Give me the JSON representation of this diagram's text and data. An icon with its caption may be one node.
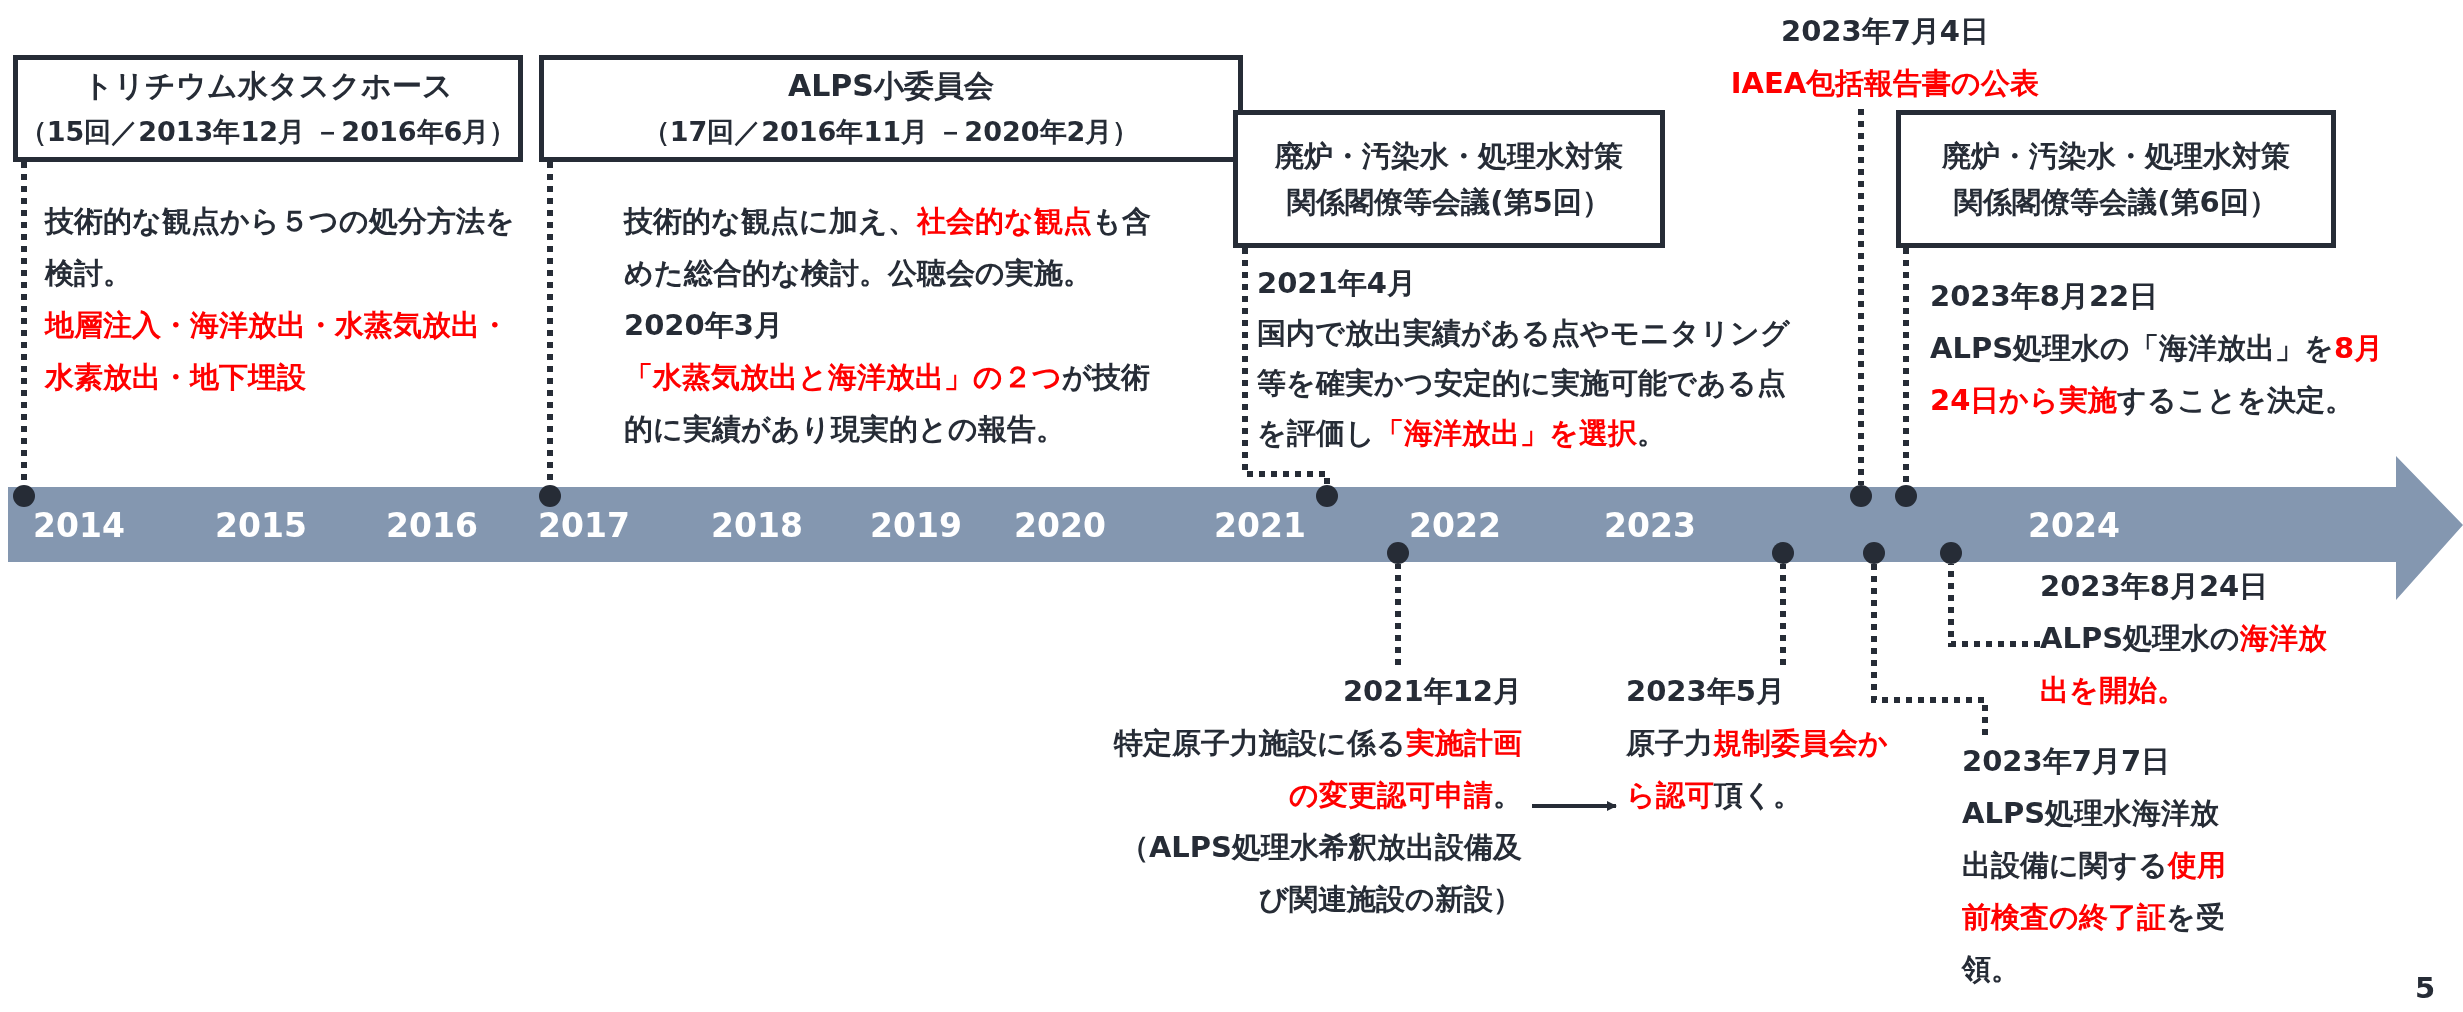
{
  "diagram": {
    "nodes": [
      {
        "text": [
          "トリチウム水タスクホース",
          "（15回／2013年12月 －2016年6月）"
        ],
        "beside": [
          "技術的な観点から５つの処分方法を検討。",
          "地層注入・海洋放出・水蒸気放出・水素放出・地下埋設"
        ]
      },
      {
        "text": [
          "ALPS小委員会",
          "（17回／2016年11月 －2020年2月）"
        ],
        "beside": [
          "技術的な観点に加え、**社会的な観点**も含めた総合的な検討。公聴会の実施。",
          "2020年3月",
          "**「水蒸気放出と海洋放出」の２つ**が技術的に実績があり現実的との報告。"
        ]
      },
      {
        "text": [
          "廃炉・汚染水・処理水対策関係閣僚等会議(第5回）"
        ],
        "beside": [
          "2021年4月",
          "国内で放出実績がある点やモニタリング等を確実かつ安定的に実施可能である点を評価し**「海洋放出」を選択**。"
        ]
      },
      {
        "text": [
          "2023年7月4日",
          "IAEA包括報告書の公表"
        ]
      },
      {
        "text": [
          "廃炉・汚染水・処理水対策関係閣僚等会議(第6回）"
        ],
        "beside": [
          "2023年8月22日",
          "ALPS処理水の「海洋放出」を**8月24日から実施**することを決定。"
        ]
      },
      {
        "text": [
          "2014",
          "2015",
          "2016",
          "2017",
          "2018",
          "2019",
          "2020",
          "2021",
          "2022",
          "2023",
          "2024"
        ]
      },
      {
        "text": [],
        "shape": "circle",
        "in": 5
      },
      {
        "text": [],
        "shape": "circle",
        "in": 5
      },
      {
        "text": [],
        "shape": "circle",
        "in": 5
      },
      {
        "text": [],
        "shape": "circle",
        "in": 5
      },
      {
        "text": [],
        "shape": "circle",
        "in": 5
      },
      {
        "text": [],
        "shape": "circle",
        "in": 5
      },
      {
        "text": [],
        "shape": "circle",
        "in": 5
      },
      {
        "text": [],
        "shape": "circle",
        "in": 5
      },
      {
        "text": [],
        "shape": "circle",
        "in": 5
      },
      {
        "text": [
          "2021年12月",
          "特定原子力施設に係る**実施計画の変更認可申請**。",
          "（ALPS処理水希釈放出設備及び関連施設の新設）"
        ]
      },
      {
        "text": [
          "2023年5月",
          "原子力**規制委員会から認可**頂く。"
        ]
      },
      {
        "text": [
          "2023年8月24日",
          "ALPS処理水の**海洋放出を開始。**"
        ]
      },
      {
        "text": [
          "2023年7月7日",
          "ALPS処理水海洋放出設備に関する**使用前検査の終了証**を受領。"
        ]
      }
    ],
    "edges": [
      {
        "from": 0,
        "to": 6,
        "arrow": "none",
        "style": "dashed"
      },
      {
        "from": 1,
        "to": 7,
        "arrow": "none",
        "style": "dashed"
      },
      {
        "from": 2,
        "to": 8,
        "arrow": "none",
        "style": "dashed"
      },
      {
        "from": 3,
        "to": 11,
        "arrow": "none",
        "style": "dashed"
      },
      {
        "from": 4,
        "to": 13,
        "arrow": "none",
        "style": "dashed"
      },
      {
        "from": 15,
        "to": 9,
        "arrow": "none",
        "style": "dashed"
      },
      {
        "from": 16,
        "to": 10,
        "arrow": "none",
        "style": "dashed"
      },
      {
        "from": 17,
        "to": 14,
        "arrow": "none",
        "style": "dashed"
      },
      {
        "from": 18,
        "to": 12,
        "arrow": "none",
        "style": "dashed"
      },
      {
        "from": 15,
        "to": 16,
        "arrow": "to"
      }
    ],
    "labels": [
      "5"
    ]
  }
}
